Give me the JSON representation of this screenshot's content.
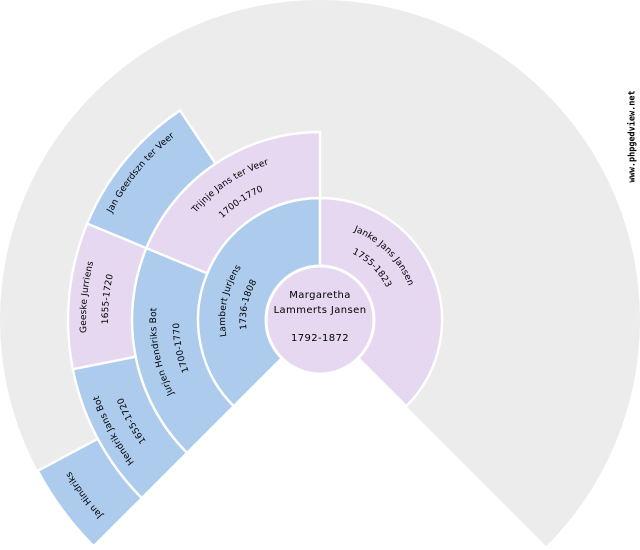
{
  "watermark": "www.phpgedview.net",
  "colors": {
    "male": "#adcbec",
    "female": "#e5d8f0",
    "empty": "#ececec",
    "background": "#ffffff",
    "text": "#000000",
    "border": "#ffffff"
  },
  "chart_data": {
    "type": "fan-genealogy",
    "fan_degrees": 270,
    "generations": 5,
    "legend": {
      "male_color_meaning": "male ancestor",
      "female_color_meaning": "female ancestor",
      "empty_color_meaning": "unknown ancestor"
    },
    "center_person": {
      "name": "Margaretha Lammerts Jansen",
      "name_lines": [
        "Margaretha",
        "Lammerts Jansen"
      ],
      "dates": "1792-1872",
      "sex": "F"
    },
    "ancestors": [
      {
        "sosa": 2,
        "relation": "father",
        "name": "Lambert Jurjens",
        "dates": "1736-1808",
        "sex": "M"
      },
      {
        "sosa": 3,
        "relation": "mother",
        "name": "Janke Jans Jansen",
        "dates": "1755-1823",
        "sex": "F"
      },
      {
        "sosa": 4,
        "relation": "paternal grandfather",
        "name": "Jurjen Hendriks Bot",
        "dates": "1700-1770",
        "sex": "M"
      },
      {
        "sosa": 5,
        "relation": "paternal grandmother",
        "name": "Trijnje Jans ter Veer",
        "dates": "1700-1770",
        "sex": "F"
      },
      {
        "sosa": 8,
        "relation": "great-grandfather",
        "name": "Hendrik Jans Bot",
        "dates": "1655-1720",
        "sex": "M"
      },
      {
        "sosa": 9,
        "relation": "great-grandmother",
        "name": "Geeske Jurriens",
        "dates": "1655-1720",
        "sex": "F"
      },
      {
        "sosa": 10,
        "relation": "great-grandfather",
        "name": "Jan Geerdszn ter Veer",
        "dates": "",
        "sex": "M"
      },
      {
        "sosa": 16,
        "relation": "great-great-grandfather",
        "name": "Jan Hindriks",
        "dates": "",
        "sex": "M"
      }
    ]
  }
}
